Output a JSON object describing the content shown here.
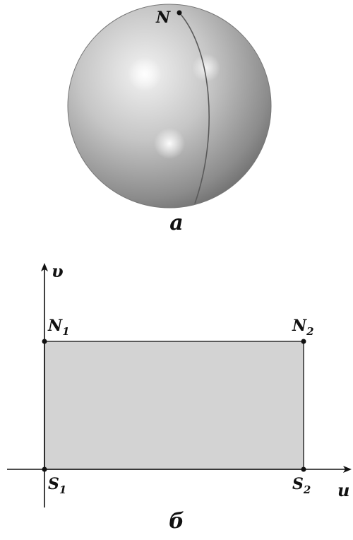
{
  "panel_a": {
    "caption": "а",
    "north_label": "N"
  },
  "panel_b": {
    "caption": "б",
    "axis_v_label": "υ",
    "axis_u_label": "u",
    "points": [
      {
        "letter": "N",
        "index": "1"
      },
      {
        "letter": "N",
        "index": "2"
      },
      {
        "letter": "S",
        "index": "1"
      },
      {
        "letter": "S",
        "index": "2"
      }
    ]
  },
  "colors": {
    "sphere_light": "#f2f2f2",
    "sphere_mid": "#b4b4b4",
    "sphere_dark": "#6e6e6e",
    "rectangle_fill": "#d3d3d3",
    "line": "#111111"
  }
}
